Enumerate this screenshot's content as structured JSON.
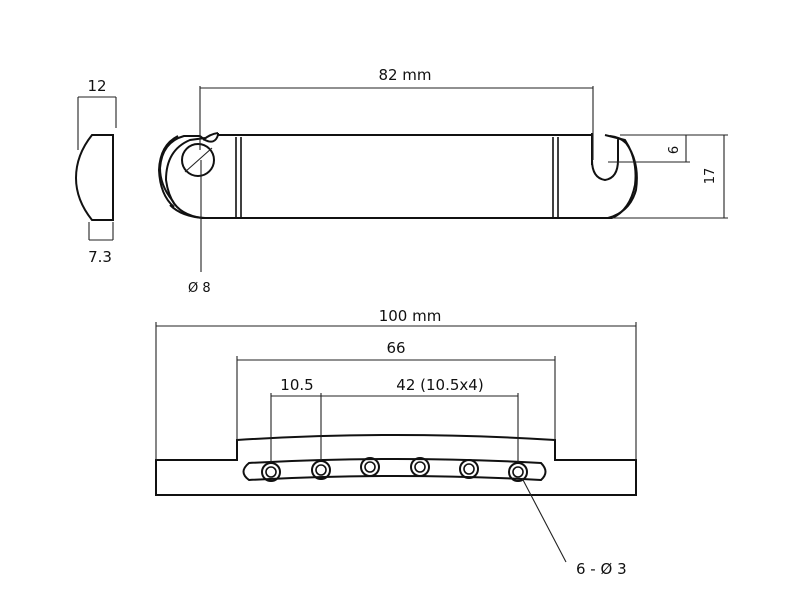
{
  "labels": {
    "end_width": "12",
    "end_thickness": "7.3",
    "top_length": "82 mm",
    "slot_height": "6",
    "overall_height": "17",
    "post_hole_dia": "Ø 8",
    "overall_length": "100 mm",
    "step_width": "66",
    "hole_spacing": "10.5",
    "hole_span": "42 (10.5x4)",
    "string_holes": "6 - Ø 3"
  },
  "colors": {
    "line": "#111111",
    "background": "#ffffff"
  }
}
